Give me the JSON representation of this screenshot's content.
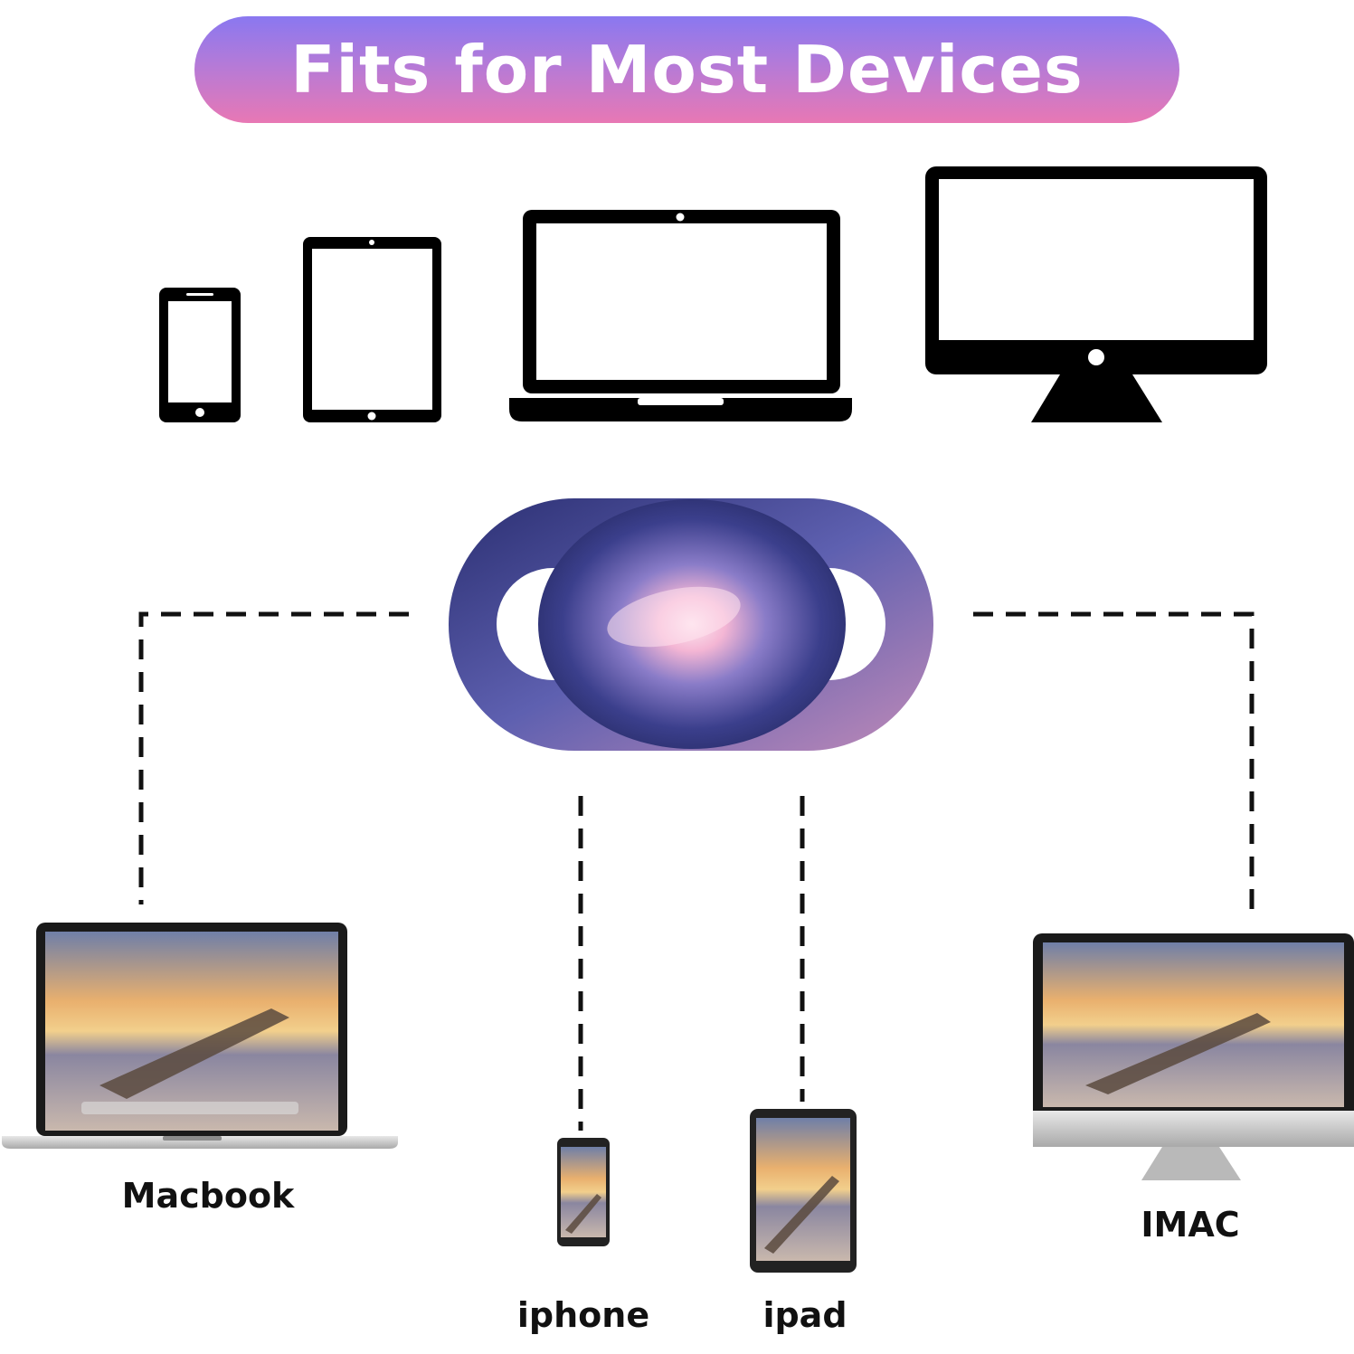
{
  "header": {
    "title": "Fits for Most Devices"
  },
  "devices": {
    "macbook_label": "Macbook",
    "iphone_label": "iphone",
    "ipad_label": "ipad",
    "imac_label": "IMAC"
  },
  "colors": {
    "banner_top": "#8a78f0",
    "banner_bottom": "#e878b4",
    "icon": "#000000",
    "cover_dark": "#2b2f72",
    "cover_glow": "#f4b6d4"
  }
}
